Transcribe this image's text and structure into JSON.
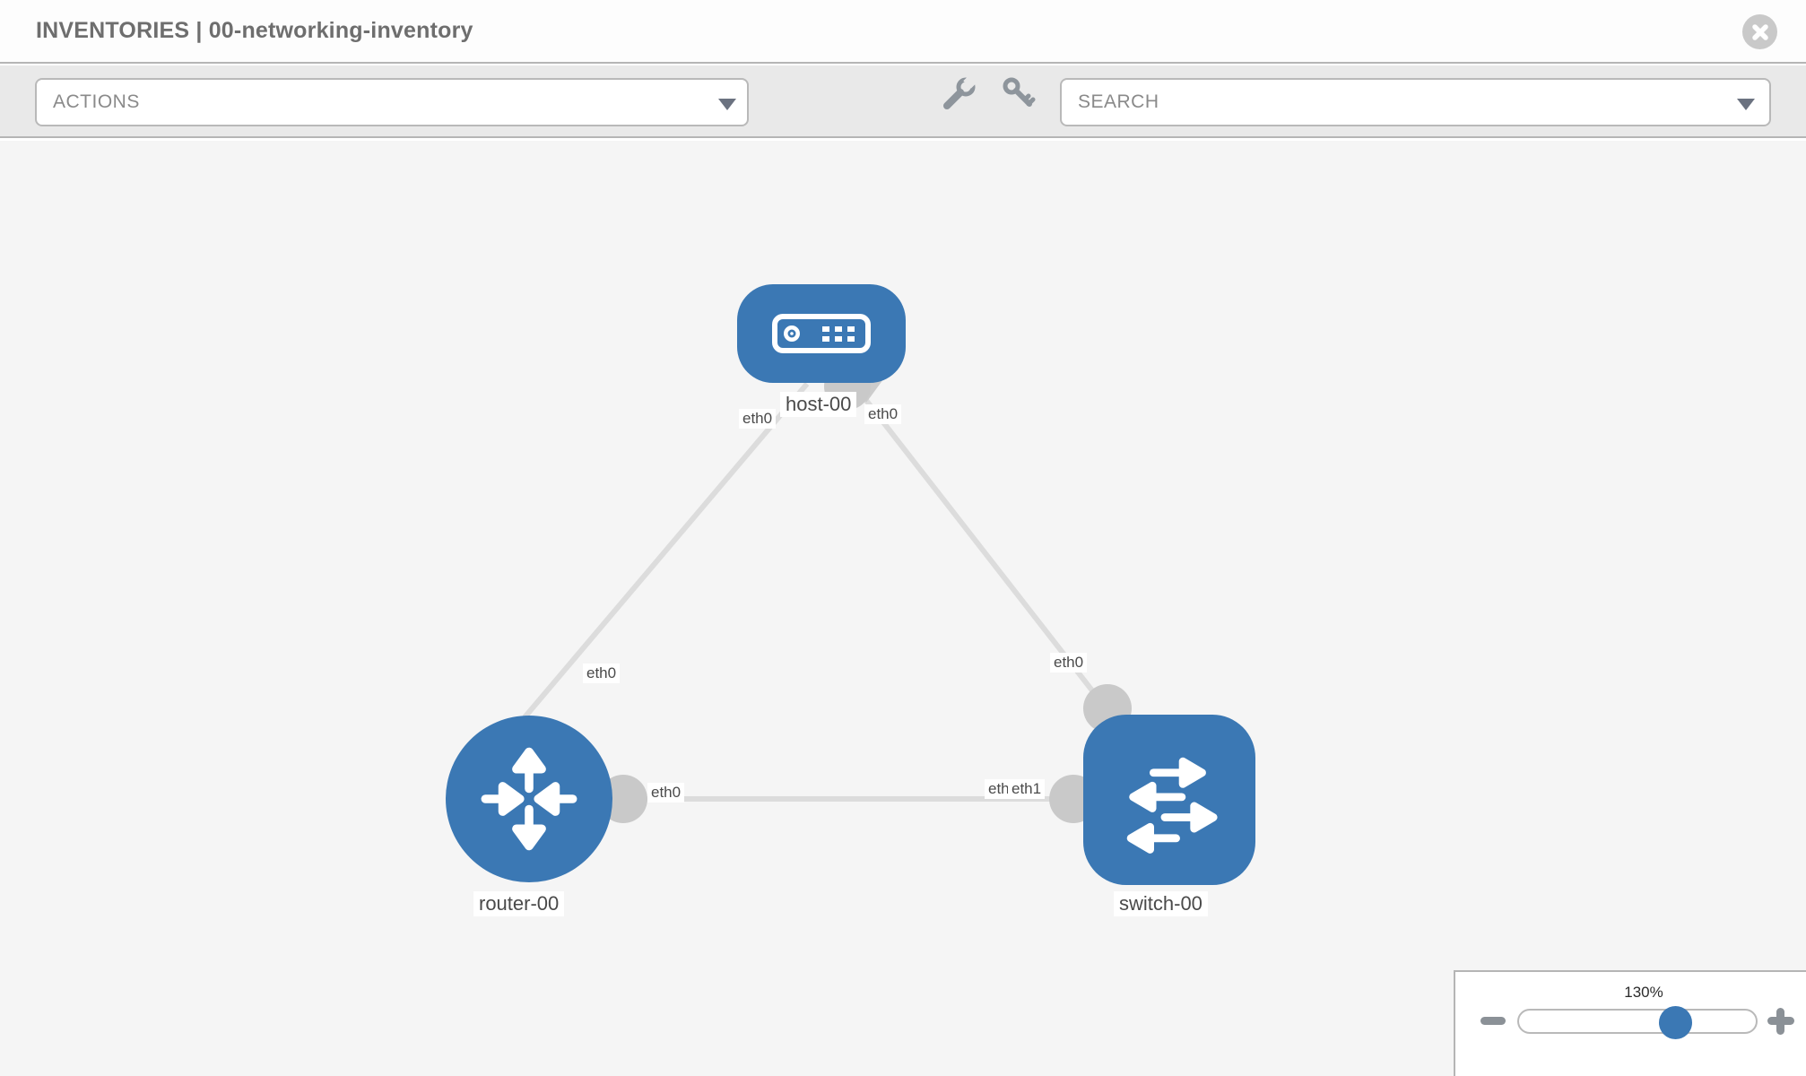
{
  "header": {
    "title": "INVENTORIES | 00-networking-inventory"
  },
  "toolbar": {
    "actions_label": "ACTIONS",
    "search_label": "SEARCH"
  },
  "diagram": {
    "nodes": [
      {
        "id": "host-00",
        "label": "host-00",
        "type": "host",
        "icon": "server-icon"
      },
      {
        "id": "router-00",
        "label": "router-00",
        "type": "router",
        "icon": "router-arrows-icon"
      },
      {
        "id": "switch-00",
        "label": "switch-00",
        "type": "switch",
        "icon": "switch-arrows-icon"
      }
    ],
    "links": [
      {
        "source": "router-00",
        "target": "host-00",
        "source_port": "eth0",
        "target_port": "eth0"
      },
      {
        "source": "switch-00",
        "target": "host-00",
        "source_port": "eth0",
        "target_port": "eth0"
      },
      {
        "source": "router-00",
        "target": "switch-00",
        "source_port": "eth0",
        "target_port": "eth1"
      }
    ],
    "port_labels": {
      "router_to_host_near_router": "eth0",
      "router_to_host_near_host": "eth0",
      "switch_to_host_near_host": "eth0",
      "switch_to_host_near_switch": "eth0",
      "router_to_switch_near_router": "eth0",
      "router_to_switch_near_switch_under": "eth0",
      "router_to_switch_near_switch": "eth1"
    }
  },
  "zoom_panel": {
    "value": "130%"
  },
  "colors": {
    "node_blue": "#3b78b4",
    "link_gray": "#dcdcdc",
    "connector_gray": "#c9c9c9",
    "toolbar_bg": "#e9e9e9",
    "canvas_bg": "#f5f5f5",
    "label_text": "#4a4a4a",
    "header_text": "#6e6e6e"
  }
}
